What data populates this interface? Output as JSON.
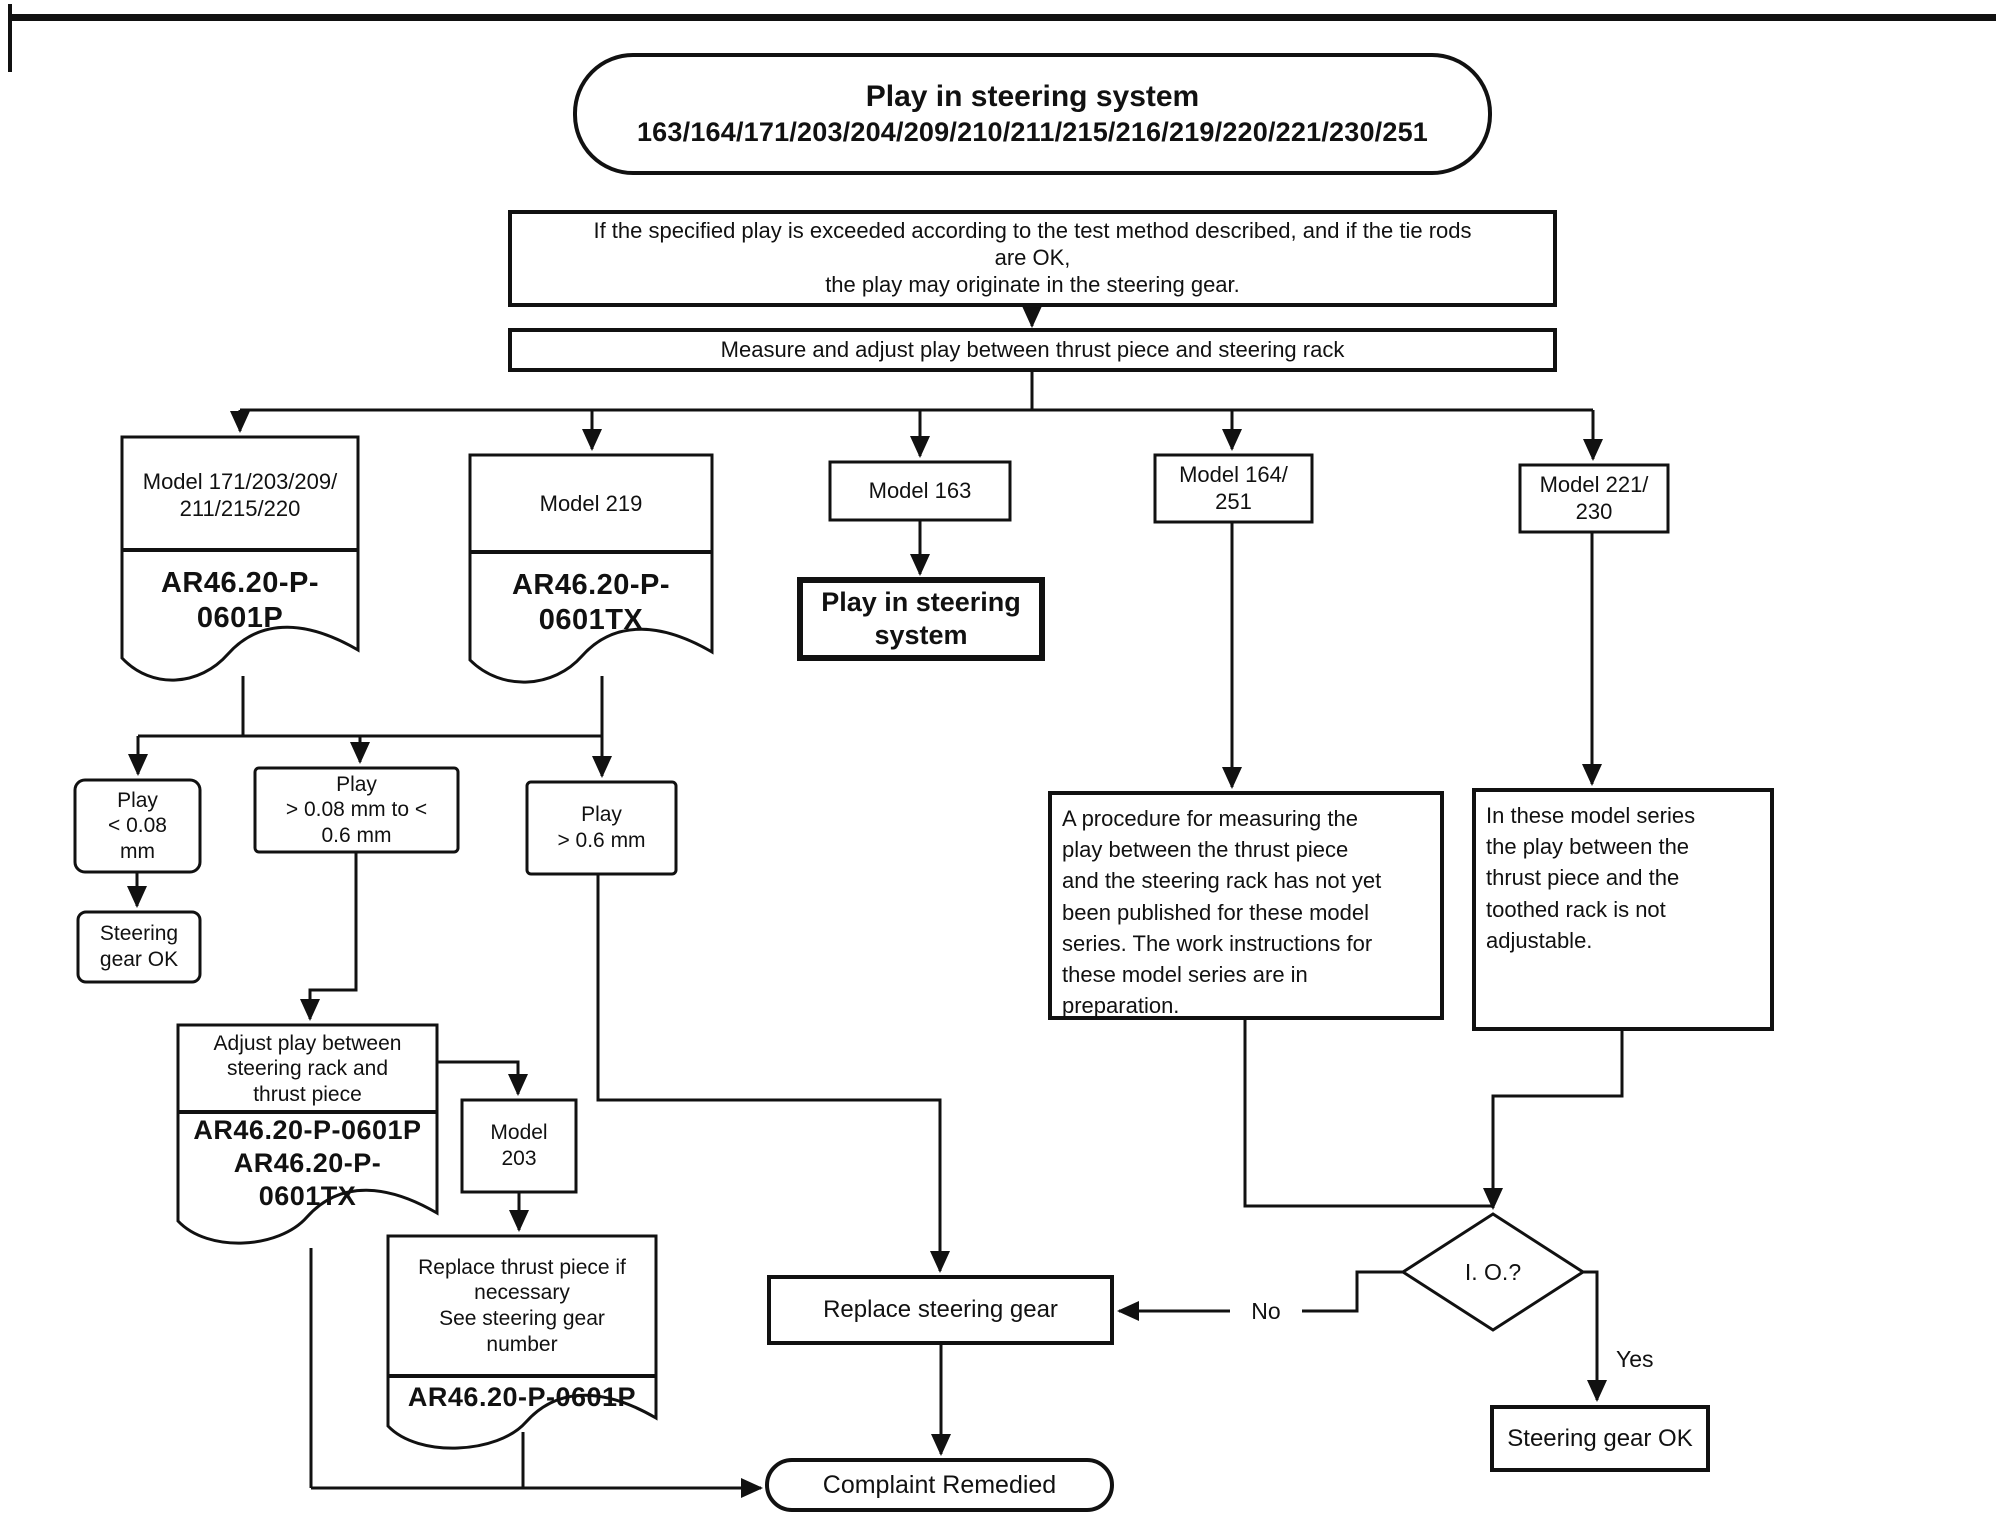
{
  "title": {
    "line1": "Play in steering system",
    "line2": "163/164/171/203/204/209/210/211/215/216/219/220/221/230/251"
  },
  "nodes": {
    "intro": {
      "text": "If the specified play is exceeded according to the test method described, and if the tie rods\nare OK,\nthe play may originate in the steering gear."
    },
    "measure": {
      "text": "Measure and adjust play between thrust piece and steering rack"
    },
    "doc_models_171": {
      "model": "Model 171/203/209/\n211/215/220",
      "ref": "AR46.20-P-\n0601P"
    },
    "doc_model_219": {
      "model": "Model 219",
      "ref": "AR46.20-P-\n0601TX"
    },
    "model_163": {
      "text": "Model 163"
    },
    "model_164": {
      "text": "Model 164/\n251"
    },
    "model_221": {
      "text": "Model 221/\n230"
    },
    "play_in_steering": {
      "text": "Play in steering\nsystem"
    },
    "play_lt": {
      "text": "Play\n< 0.08\nmm"
    },
    "play_mid": {
      "text": "Play\n> 0.08 mm to <\n0.6 mm"
    },
    "play_gt": {
      "text": "Play\n> 0.6 mm"
    },
    "gear_ok_left": {
      "text": "Steering\ngear OK"
    },
    "adjust_doc": {
      "text": "Adjust play between\nsteering rack and\nthrust piece",
      "ref": "AR46.20-P-0601P\nAR46.20-P-\n0601TX"
    },
    "model_203": {
      "text": "Model\n203"
    },
    "replace_thrust": {
      "text": "Replace thrust piece if\nnecessary\nSee steering gear\nnumber",
      "ref": "AR46.20-P-0601P"
    },
    "procedure_note": {
      "text": "A procedure for measuring the\nplay between the thrust piece\nand the steering rack has not yet\nbeen published for these model\nseries. The work instructions for\nthese model series are in\npreparation."
    },
    "not_adjustable_note": {
      "text": "In these model series\nthe play between the\nthrust piece and the\ntoothed rack is not\nadjustable."
    },
    "replace_gear": {
      "text": "Replace steering gear"
    },
    "decision_io": {
      "text": "I. O.?"
    },
    "gear_ok_right": {
      "text": "Steering gear OK"
    },
    "complaint_remedied": {
      "text": "Complaint Remedied"
    }
  },
  "labels": {
    "no": "No",
    "yes": "Yes"
  },
  "colors": {
    "ink": "#111111",
    "paper": "#ffffff"
  }
}
